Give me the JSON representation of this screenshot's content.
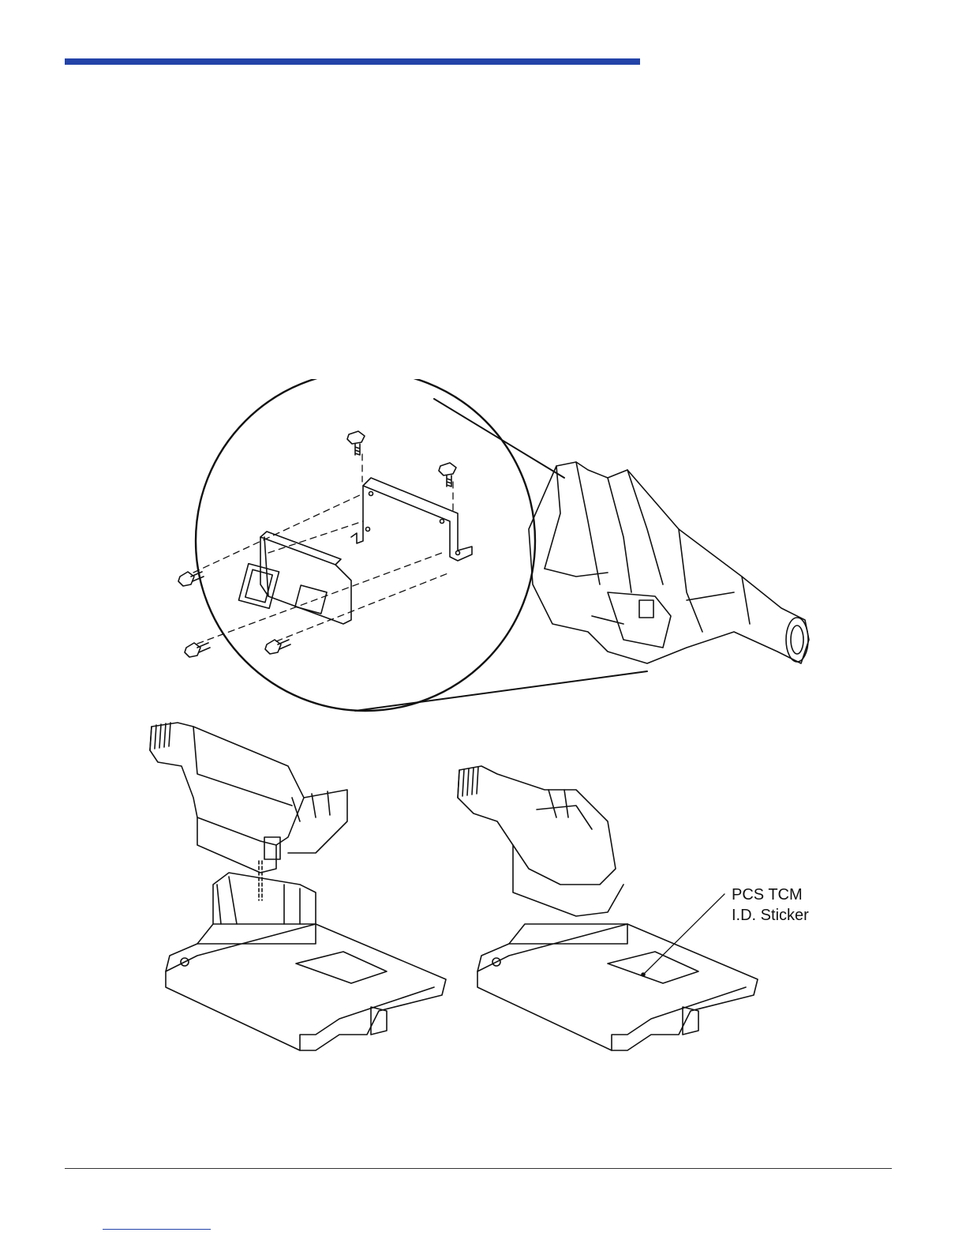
{
  "figure": {
    "callout_lines": [
      "PCS TCM",
      "I.D. Sticker"
    ],
    "icons": [
      "transmission-illustration",
      "tcm-module-icon",
      "bolt-icon",
      "mounting-bracket-icon",
      "connector-plug-icon"
    ]
  },
  "colors": {
    "accent": "#2343a8",
    "line": "#111111"
  }
}
